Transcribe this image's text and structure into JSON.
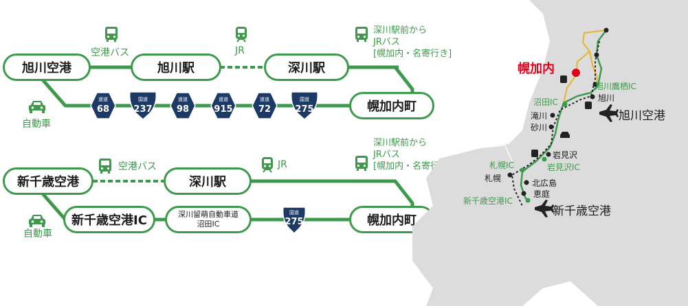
{
  "colors": {
    "route_green": "#3d9a4c",
    "road_navy": "#1d3a66",
    "map_gray": "#dcdcdc",
    "destination_red": "#e1001a"
  },
  "route1": {
    "airport": "旭川空港",
    "asahikawa_station": "旭川駅",
    "fukagawa_station": "深川駅",
    "destination": "幌加内町",
    "airport_bus_label": "空港バス",
    "jr_label": "JR",
    "jr_bus_label_lines": [
      "深川駅前から",
      "JRバス",
      "[幌加内・名寄行き]"
    ],
    "car_label": "自動車",
    "roads": [
      {
        "kind": "道道",
        "number": "68"
      },
      {
        "kind": "国道",
        "number": "237"
      },
      {
        "kind": "道道",
        "number": "98"
      },
      {
        "kind": "道道",
        "number": "915"
      },
      {
        "kind": "道道",
        "number": "72"
      },
      {
        "kind": "国道",
        "number": "275"
      }
    ]
  },
  "route2": {
    "airport": "新千歳空港",
    "fukagawa_station": "深川駅",
    "destination": "幌加内町",
    "airport_bus_label": "空港バス",
    "jr_label": "JR",
    "jr_bus_label_lines": [
      "深川駅前から",
      "JRバス",
      "[幌加内・名寄行き]"
    ],
    "car_label": "自動車",
    "ic_name": "新千歳空港IC",
    "expressway_lines": [
      "深川留萌自動車道",
      "沼田IC"
    ],
    "road": {
      "kind": "国道",
      "number": "275"
    }
  },
  "map": {
    "destination": "幌加内",
    "asahikawa_takasu_ic": "旭川鷹栖IC",
    "asahikawa": "旭川",
    "asahikawa_airport": "旭川空港",
    "numata_ic": "沼田IC",
    "takikawa": "滝川",
    "sunagawa": "砂川",
    "iwamizawa": "岩見沢",
    "iwamizawa_ic": "岩見沢IC",
    "sapporo_ic": "札幌IC",
    "sapporo": "札幌",
    "kitahiroshima": "北広島",
    "eniwa": "恵庭",
    "new_chitose_ic": "新千歳空港IC",
    "new_chitose_airport": "新千歳空港"
  }
}
